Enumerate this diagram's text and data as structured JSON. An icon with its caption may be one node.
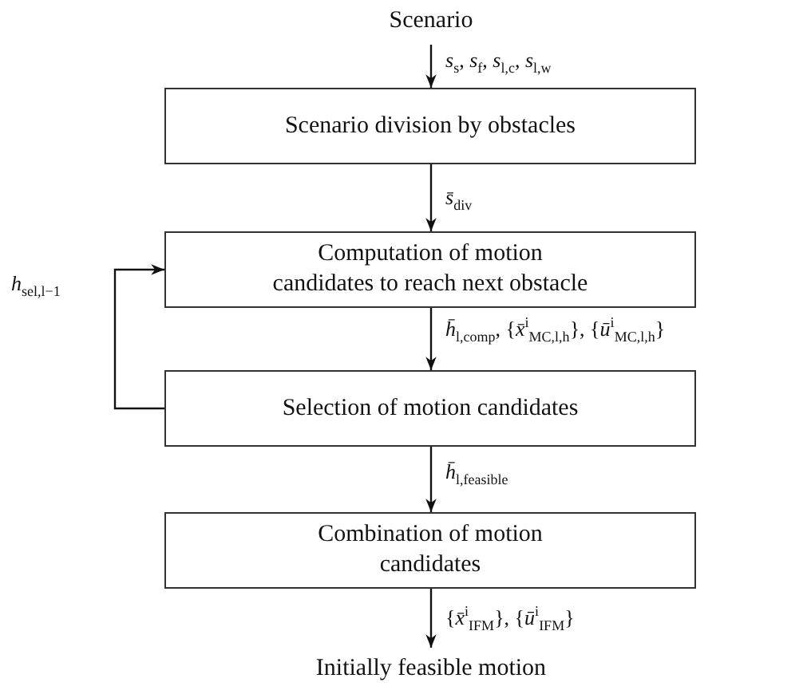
{
  "diagram": {
    "nodes": [
      {
        "text": [
          "Scenario"
        ]
      },
      {
        "text": [
          "Scenario division by obstacles"
        ]
      },
      {
        "text": [
          "Computation of motion candidates to reach next obstacle"
        ]
      },
      {
        "text": [
          "Selection of motion candidates"
        ]
      },
      {
        "text": [
          "Combination of motion candidates"
        ]
      },
      {
        "text": [
          "Initially feasible motion"
        ]
      }
    ],
    "edges": [
      {
        "from": 0,
        "to": 1,
        "arrow": "to",
        "label": "*s*$_{s}$, *s*$_{f}$, *s*$_{l,c}$, *s*$_{l,w}$"
      },
      {
        "from": 1,
        "to": 2,
        "arrow": "to",
        "label": "*s̄*$_{div}$"
      },
      {
        "from": 2,
        "to": 3,
        "arrow": "to",
        "label": "*h̄*$_{l,comp}$, {*x̄*$^{i}$$_{MC,l,h}$}, {*ū*$^{i}$$_{MC,l,h}$}"
      },
      {
        "from": 3,
        "to": 2,
        "arrow": "to",
        "label": "*h*$_{sel,l−1}$"
      },
      {
        "from": 3,
        "to": 4,
        "arrow": "to",
        "label": "*h̄*$_{l,feasible}$"
      },
      {
        "from": 4,
        "to": 5,
        "arrow": "to",
        "label": "{*x̄*$^{i}$$_{IFM}$}, {*ū*$^{i}$$_{IFM}$}"
      }
    ]
  }
}
